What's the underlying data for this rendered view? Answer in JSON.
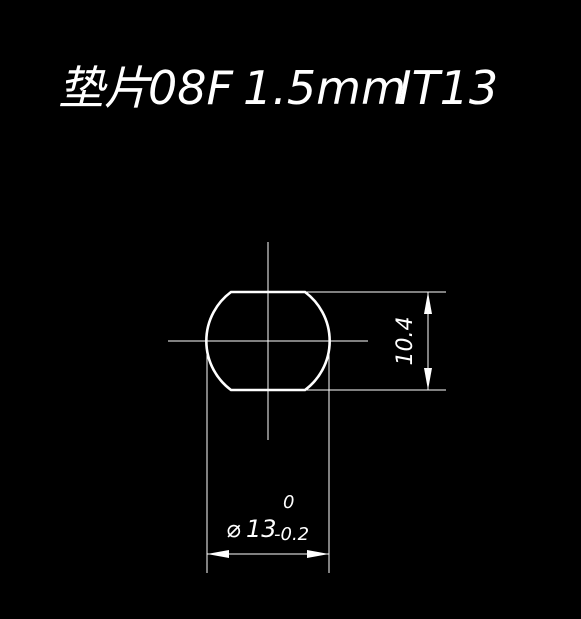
{
  "title": {
    "part_name": "垫片",
    "material": "08F",
    "thickness": "1.5mm",
    "tolerance_grade": "IT13"
  },
  "dimensions": {
    "width_across_flats": "10.4",
    "diameter_symbol": "⌀",
    "diameter_value": "13",
    "upper_deviation": "0",
    "lower_deviation": "-0.2"
  },
  "colors": {
    "background": "#000000",
    "geometry": "#ffffff",
    "annotation": "#ffffff"
  }
}
